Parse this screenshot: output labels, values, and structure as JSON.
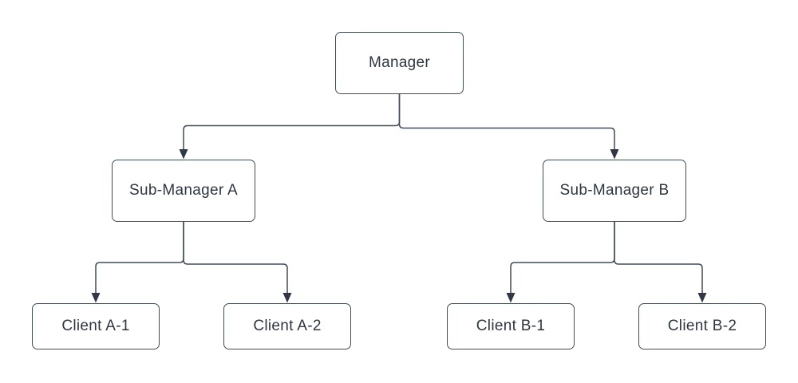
{
  "diagram": {
    "type": "org-chart",
    "background_color": "#ffffff",
    "stroke_color": "#414b5a",
    "arrow_color": "#2f3845",
    "text_color": "#2e3642",
    "nodes": {
      "manager": {
        "label": "Manager"
      },
      "sub_manager_a": {
        "label": "Sub-Manager A"
      },
      "sub_manager_b": {
        "label": "Sub-Manager B"
      },
      "client_a1": {
        "label": "Client A-1"
      },
      "client_a2": {
        "label": "Client A-2"
      },
      "client_b1": {
        "label": "Client B-1"
      },
      "client_b2": {
        "label": "Client B-2"
      }
    },
    "edges": [
      {
        "from": "Manager",
        "to": "Sub-Manager A"
      },
      {
        "from": "Manager",
        "to": "Sub-Manager B"
      },
      {
        "from": "Sub-Manager A",
        "to": "Client A-1"
      },
      {
        "from": "Sub-Manager A",
        "to": "Client A-2"
      },
      {
        "from": "Sub-Manager B",
        "to": "Client B-1"
      },
      {
        "from": "Sub-Manager B",
        "to": "Client B-2"
      }
    ]
  }
}
